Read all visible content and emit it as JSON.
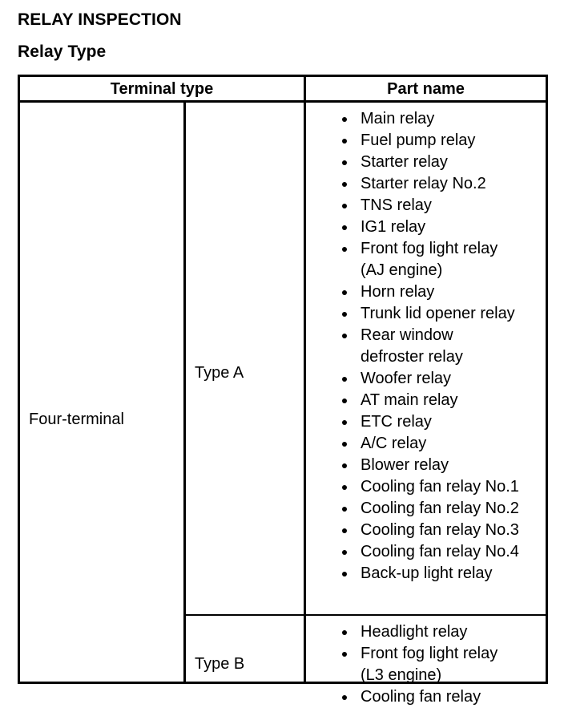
{
  "document": {
    "title": "RELAY INSPECTION",
    "subtitle": "Relay Type"
  },
  "table": {
    "headers": {
      "terminal_type": "Terminal type",
      "part_name": "Part name"
    },
    "terminal_type_value": "Four-terminal",
    "groups": [
      {
        "type_label": "Type A",
        "parts": [
          {
            "text": "Main relay",
            "cont": ""
          },
          {
            "text": "Fuel pump relay",
            "cont": ""
          },
          {
            "text": "Starter relay",
            "cont": ""
          },
          {
            "text": "Starter relay No.2",
            "cont": ""
          },
          {
            "text": "TNS relay",
            "cont": ""
          },
          {
            "text": "IG1 relay",
            "cont": ""
          },
          {
            "text": "Front fog light relay",
            "cont": "(AJ engine)"
          },
          {
            "text": "Horn relay",
            "cont": ""
          },
          {
            "text": "Trunk lid opener relay",
            "cont": ""
          },
          {
            "text": "Rear window",
            "cont": "defroster relay"
          },
          {
            "text": "Woofer relay",
            "cont": ""
          },
          {
            "text": "AT main relay",
            "cont": ""
          },
          {
            "text": "ETC relay",
            "cont": ""
          },
          {
            "text": "A/C relay",
            "cont": ""
          },
          {
            "text": "Blower relay",
            "cont": ""
          },
          {
            "text": "Cooling fan relay No.1",
            "cont": ""
          },
          {
            "text": "Cooling fan relay No.2",
            "cont": ""
          },
          {
            "text": "Cooling fan relay No.3",
            "cont": ""
          },
          {
            "text": "Cooling fan relay No.4",
            "cont": ""
          },
          {
            "text": "Back-up light relay",
            "cont": ""
          }
        ]
      },
      {
        "type_label": "Type B",
        "parts": [
          {
            "text": "Headlight relay",
            "cont": ""
          },
          {
            "text": "Front fog light relay",
            "cont": "(L3 engine)"
          },
          {
            "text": "Cooling fan relay",
            "cont": ""
          }
        ]
      }
    ]
  },
  "colors": {
    "ink": "#000000",
    "paper": "#ffffff"
  }
}
